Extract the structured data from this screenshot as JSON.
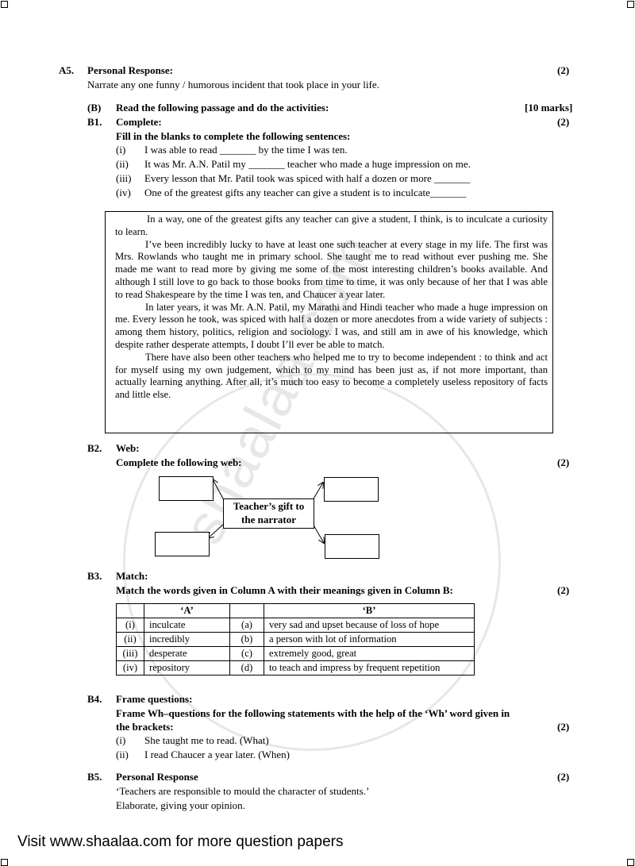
{
  "a5": {
    "num": "A5.",
    "title": "Personal Response:",
    "marks": "(2)",
    "text": "Narrate any one funny / humorous incident that took place in your life."
  },
  "b": {
    "num": "(B)",
    "title": "Read the following passage and do the activities:",
    "marks": "[10 marks]"
  },
  "b1": {
    "num": "B1.",
    "title": "Complete:",
    "marks": "(2)",
    "instruction": "Fill in the blanks to complete the following sentences:",
    "items": [
      {
        "n": "(i)",
        "t": "I was able to read _______ by the time I was ten."
      },
      {
        "n": "(ii)",
        "t": "It was Mr. A.N. Patil my _______ teacher who made a huge impression on me."
      },
      {
        "n": "(iii)",
        "t": "Every lesson that Mr. Patil took was spiced with half a dozen or more _______"
      },
      {
        "n": "(iv)",
        "t": "One of the greatest gifts any teacher can give a student is to inculcate_______"
      }
    ]
  },
  "passage": {
    "p1": "In a way, one of the greatest gifts any teacher can give a student, I think, is to inculcate a curiosity to learn.",
    "p2": "I’ve been incredibly lucky to have at least one such teacher at every stage in my life. The first was Mrs. Rowlands who taught me in primary school. She taught me to read without ever pushing me. She made me want to read more by giving me some of the most interesting children’s books available. And although I still love to go back to those books from time to time, it was only because of her that I was able to read Shakespeare by the time I was ten, and Chaucer a year later.",
    "p3": "In later years, it was Mr. A.N. Patil, my Marathi and Hindi teacher who made a huge impression on me. Every lesson he took, was spiced with half a dozen or more anecdotes from a wide variety of subjects : among them history, politics, religion and sociology. I was, and still am in awe of his knowledge, which despite rather desperate attempts, I doubt I’ll ever be able to match.",
    "p4": "There have also been other teachers who helped me to try to become independent : to think and act for myself using my own judgement, which to my mind has been just as, if not more important, than actually learning anything. After all, it’s much too easy to become a completely useless repository of facts and little else."
  },
  "b2": {
    "num": "B2.",
    "title": "Web:",
    "instruction": "Complete the following web:",
    "marks": "(2)",
    "center_line1": "Teacher’s gift to",
    "center_line2": "the narrator"
  },
  "b3": {
    "num": "B3.",
    "title": "Match:",
    "instruction": "Match the words given in Column A with their meanings given in Column B:",
    "marks": "(2)",
    "col_a": "‘A’",
    "col_b": "‘B’",
    "rows": [
      {
        "n": "(i)",
        "a": "inculcate",
        "m": "(a)",
        "b": "very sad and upset because of loss of hope"
      },
      {
        "n": "(ii)",
        "a": "incredibly",
        "m": "(b)",
        "b": "a person with lot of information"
      },
      {
        "n": "(iii)",
        "a": "desperate",
        "m": "(c)",
        "b": "extremely good, great"
      },
      {
        "n": "(iv)",
        "a": "repository",
        "m": "(d)",
        "b": "to teach and impress by frequent repetition"
      }
    ]
  },
  "b4": {
    "num": "B4.",
    "title": "Frame questions:",
    "instruction1": "Frame Wh–questions for the following statements with the help of the ‘Wh’ word given in",
    "instruction2": "the brackets:",
    "marks": "(2)",
    "items": [
      {
        "n": "(i)",
        "t": "She taught me to read. (What)"
      },
      {
        "n": "(ii)",
        "t": "I read Chaucer a year later. (When)"
      }
    ]
  },
  "b5": {
    "num": "B5.",
    "title": "Personal Response",
    "marks": "(2)",
    "line1": "‘Teachers are responsible to mould the character of students.’",
    "line2": "Elaborate, giving your opinion."
  },
  "footer": "Visit www.shaalaa.com for more question papers",
  "watermark": "shaalaa.com"
}
